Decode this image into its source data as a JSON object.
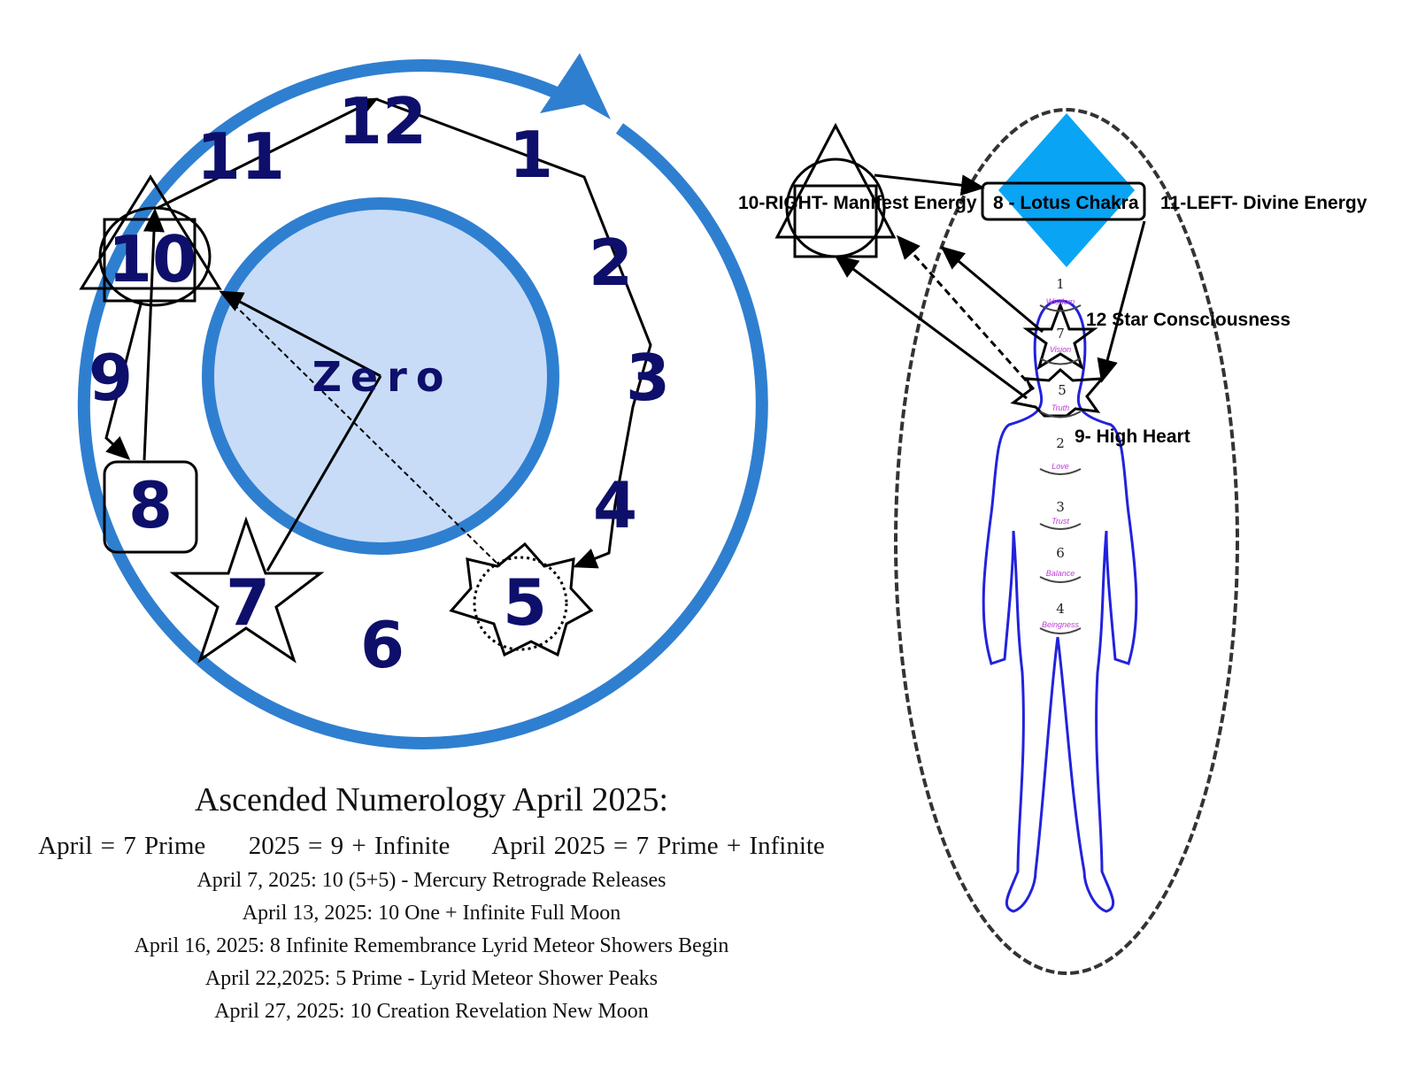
{
  "clock": {
    "numbers": [
      "12",
      "1",
      "2",
      "3",
      "4",
      "5",
      "6",
      "7",
      "8",
      "9",
      "10",
      "11"
    ],
    "center": "Zero"
  },
  "body": {
    "labels": {
      "right": "10-RIGHT- Manifest Energy",
      "lotus": "8 - Lotus Chakra",
      "left": "11-LEFT- Divine Energy",
      "star": "12 Star Consciousness",
      "heart": "9- High Heart"
    },
    "chakras": [
      {
        "n": "1",
        "w": "Wisdom"
      },
      {
        "n": "7",
        "w": "Vision"
      },
      {
        "n": "5",
        "w": "Truth"
      },
      {
        "n": "2",
        "w": "Love"
      },
      {
        "n": "3",
        "w": "Trust"
      },
      {
        "n": "6",
        "w": "Balance"
      },
      {
        "n": "4",
        "w": "Beingness"
      }
    ]
  },
  "caption": {
    "title": "Ascended Numerology April 2025:",
    "summary": [
      "April = 7 Prime",
      "2025 = 9 + Infinite",
      "April 2025 = 7 Prime + Infinite"
    ],
    "lines": [
      "April 7, 2025: 10 (5+5) - Mercury Retrograde Releases",
      "April 13, 2025: 10 One + Infinite Full Moon",
      "April 16, 2025: 8 Infinite Remembrance Lyrid Meteor Showers Begin",
      "April 22,2025: 5 Prime - Lyrid Meteor Shower Peaks",
      "April 27, 2025: 10 Creation Revelation New Moon"
    ]
  },
  "colors": {
    "ring": "#2f7fd0",
    "inner": "#c8dcf8",
    "diamond": "#0aa4f5",
    "body": "#2222dd"
  }
}
